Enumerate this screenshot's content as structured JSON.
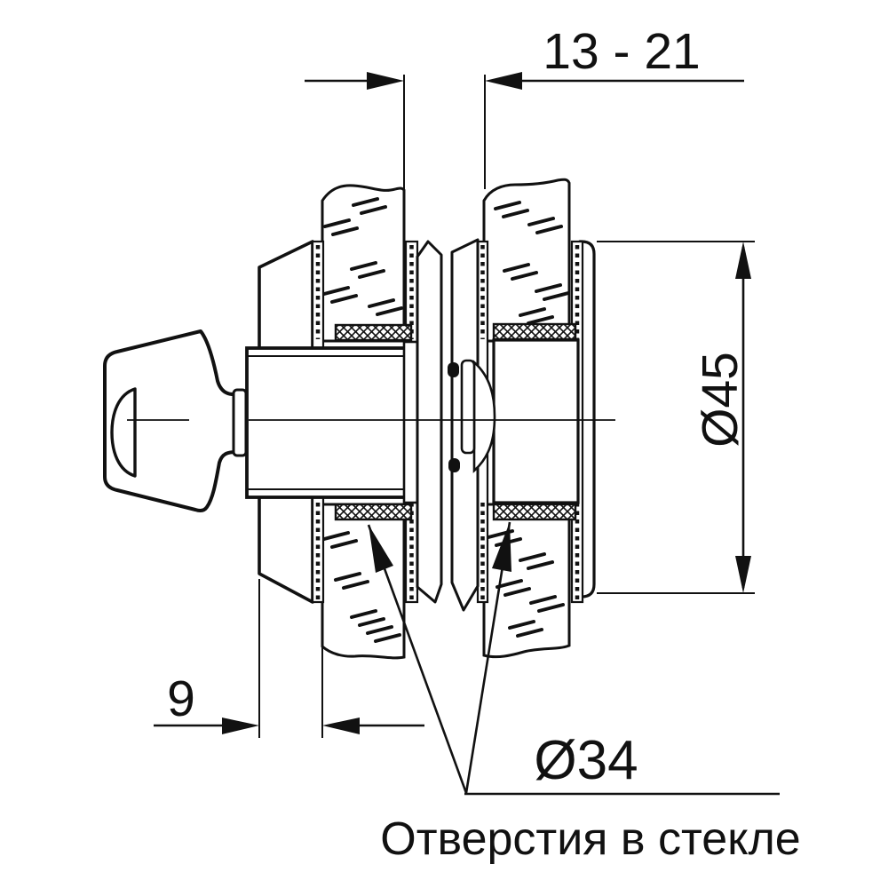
{
  "drawing": {
    "dim_glass_span": "13 - 21",
    "dim_rosette_diameter": "Ø45",
    "dim_body_offset": "9",
    "dim_hole_diameter": "Ø34",
    "label_glass_holes": "Отверстия в стекле"
  }
}
